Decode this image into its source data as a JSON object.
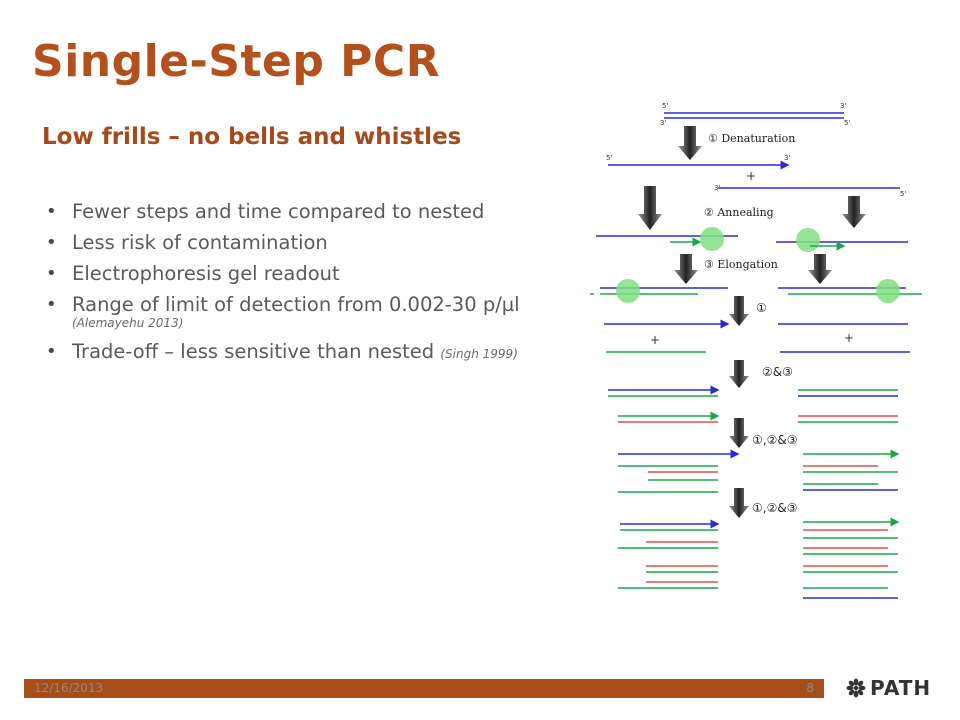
{
  "slide": {
    "title": "Single-Step PCR",
    "subtitle": "Low frills – no bells and whistles",
    "bullets": [
      {
        "text": "Fewer steps and time compared to nested",
        "cite": ""
      },
      {
        "text": "Less risk of contamination",
        "cite": ""
      },
      {
        "text": "Electrophoresis gel readout",
        "cite": ""
      },
      {
        "text": "Range of limit of detection from 0.002-30 p/µl",
        "cite": "(Alemayehu 2013)"
      },
      {
        "text": "Trade-off – less sensitive than nested",
        "cite": "(Singh 1999)"
      }
    ],
    "bullet_glyph": "•"
  },
  "diagram": {
    "labels": {
      "five_prime": "5'",
      "three_prime": "3'",
      "plus": "+",
      "step1": "① Denaturation",
      "step2": "② Annealing",
      "step3": "③ Elongation",
      "step_1": "①",
      "step_2_3": "②&③",
      "step_1_2_3": "①,②&③"
    },
    "colors": {
      "blue": "#2a2ad8",
      "green": "#1aa84a",
      "red": "#e05050",
      "bead": "#7fe07f",
      "arrow": "#4a4a4a"
    }
  },
  "footer": {
    "date": "12/16/2013",
    "page": "8",
    "logo": "PATH",
    "logo_icon": "asterisk-flower-icon",
    "bar_color": "#a64d1a"
  }
}
